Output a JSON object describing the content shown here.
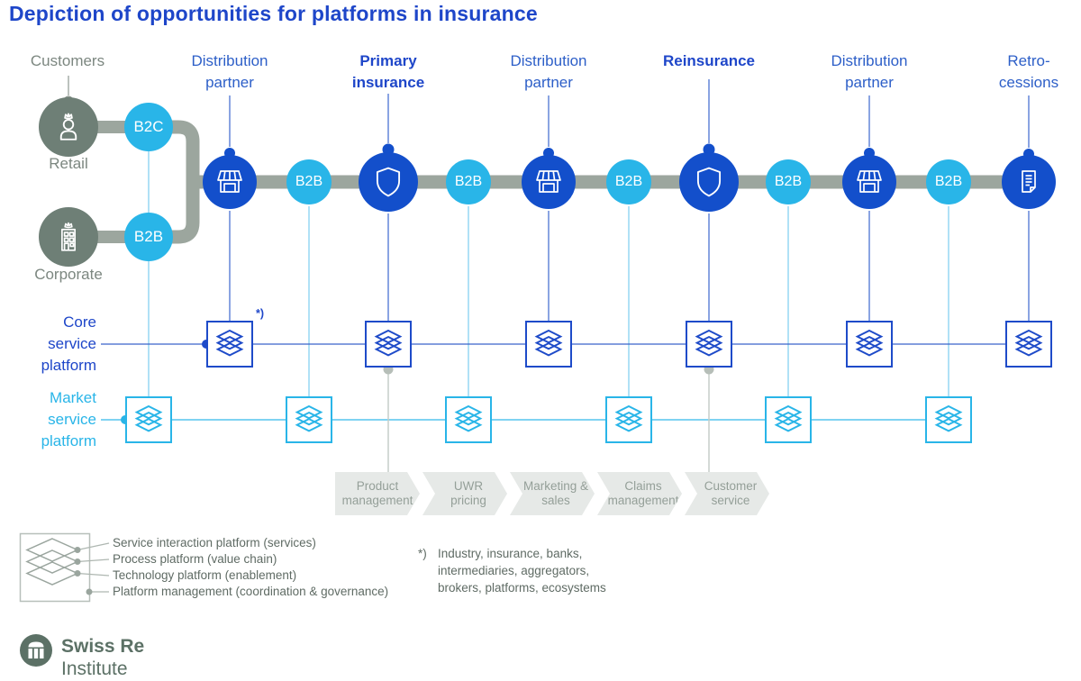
{
  "title": "Depiction of opportunities for platforms in insurance",
  "top_labels": [
    {
      "text": "Customers"
    },
    {
      "text": "Distribution\npartner"
    },
    {
      "text": "Primary\ninsurance"
    },
    {
      "text": "Distribution\npartner"
    },
    {
      "text": "Reinsurance"
    },
    {
      "text": "Distribution\npartner"
    },
    {
      "text": "Retro-\ncessions"
    }
  ],
  "customers": {
    "retail_label": "Retail",
    "corporate_label": "Corporate",
    "b2c_badge": "B2C",
    "b2b_badge": "B2B"
  },
  "chain_badges": [
    "B2B",
    "B2B",
    "B2B",
    "B2B",
    "B2B"
  ],
  "platform_rows": {
    "core_label": "Core\nservice\nplatform",
    "market_label": "Market\nservice\nplatform",
    "core_footnote_marker": "*)"
  },
  "value_chain_steps": [
    "Product\nmanagement",
    "UWR\npricing",
    "Marketing &\nsales",
    "Claims\nmanagement",
    "Customer\nservice"
  ],
  "legend": {
    "items": [
      "Service interaction platform (services)",
      "Process platform (value chain)",
      "Technology platform (enablement)",
      "Platform management (coordination & governance)"
    ]
  },
  "footnote": {
    "marker": "*)",
    "text": "Industry, insurance, banks,\nintermediaries, aggregators,\nbrokers, platforms, ecosystems"
  },
  "logo": {
    "name": "Swiss Re",
    "sub": "Institute"
  },
  "colors": {
    "title-blue": "#1e46c9",
    "label-blue": "#2d5fc8",
    "dark-blue": "#134fcb",
    "core-blue": "#1e4bc9",
    "cyan": "#29b5e8",
    "cyan-line": "#86d1f0",
    "blue-line": "#4c74d2",
    "gray-green": "#6e7f76",
    "gray-text": "#7c8780",
    "bar-gray": "#9ca69e",
    "legend-gray": "#5f6b64",
    "legend-line": "#aeb7b1",
    "vc-fill": "#e6e9e7",
    "vc-text": "#949f98",
    "connector-gray": "#c6cdc8",
    "connector-dot": "#b6beb8",
    "logo-green": "#5c7166"
  }
}
